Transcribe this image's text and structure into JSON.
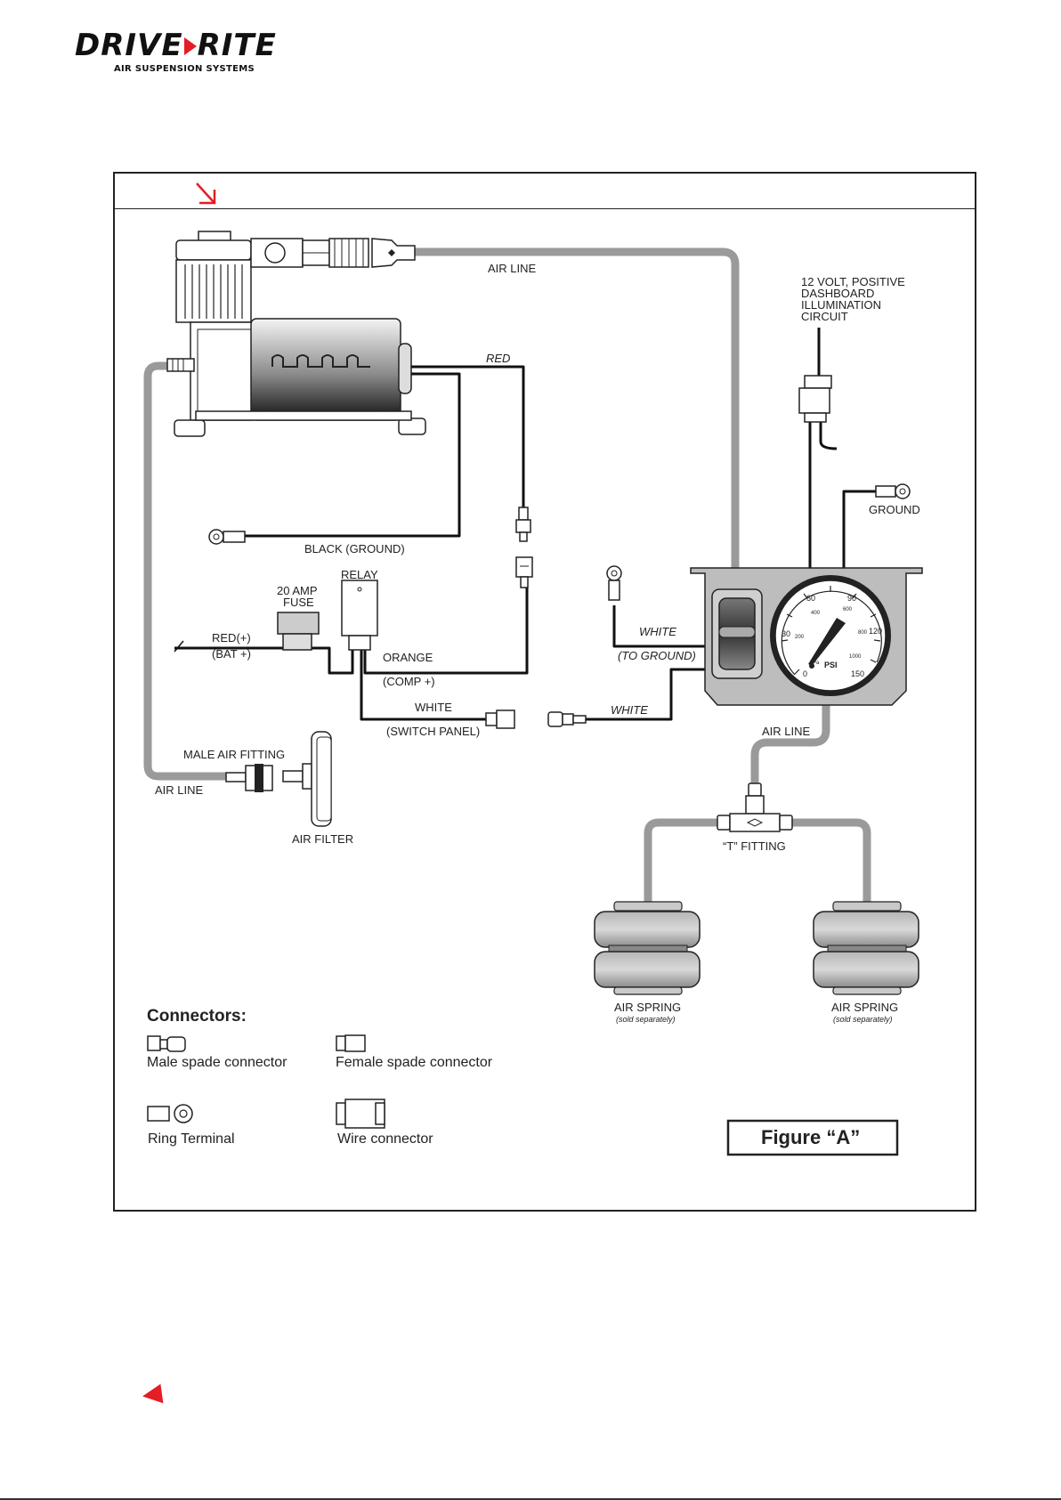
{
  "logo": {
    "brand_left": "DRIVE",
    "brand_right": "RITE",
    "subtitle": "AIR SUSPENSION SYSTEMS",
    "accent_color": "#e31e24"
  },
  "diagram": {
    "labels": {
      "air_line_top": "AIR LINE",
      "volt_1": "12 VOLT, POSITIVE",
      "volt_2": "DASHBOARD",
      "volt_3": "ILLUMINATION",
      "volt_4": "CIRCUIT",
      "red_wire": "RED",
      "ground": "GROUND",
      "black_ground": "BLACK (GROUND)",
      "relay": "RELAY",
      "fuse_1": "20 AMP",
      "fuse_2": "FUSE",
      "red_plus": "RED(+)",
      "bat_plus": "(BAT +)",
      "orange": "ORANGE",
      "comp_plus": "(COMP +)",
      "white_panel": "WHITE",
      "to_ground": "(TO GROUND)",
      "white_switch": "WHITE",
      "switch_panel": "(SWITCH PANEL)",
      "white_right": "WHITE",
      "air_line_gauge": "AIR LINE",
      "male_air_fitting": "MALE AIR FITTING",
      "air_line_left": "AIR LINE",
      "air_filter": "AIR FILTER",
      "t_fitting": "“T” FITTING",
      "air_spring_left": "AIR SPRING",
      "sold_sep_left": "(sold separately)",
      "air_spring_right": "AIR SPRING",
      "sold_sep_right": "(sold separately)"
    },
    "gauge": {
      "ticks": [
        "0",
        "30",
        "60",
        "90",
        "120",
        "150"
      ],
      "inner_ticks": [
        "200",
        "400",
        "600",
        "800",
        "1000"
      ],
      "unit": "PSI",
      "small_unit": "kPa"
    }
  },
  "legend": {
    "title": "Connectors:",
    "male_spade": "Male spade connector",
    "female_spade": "Female spade connector",
    "ring_terminal": "Ring Terminal",
    "wire_connector": "Wire connector"
  },
  "figure_label": "Figure “A”"
}
